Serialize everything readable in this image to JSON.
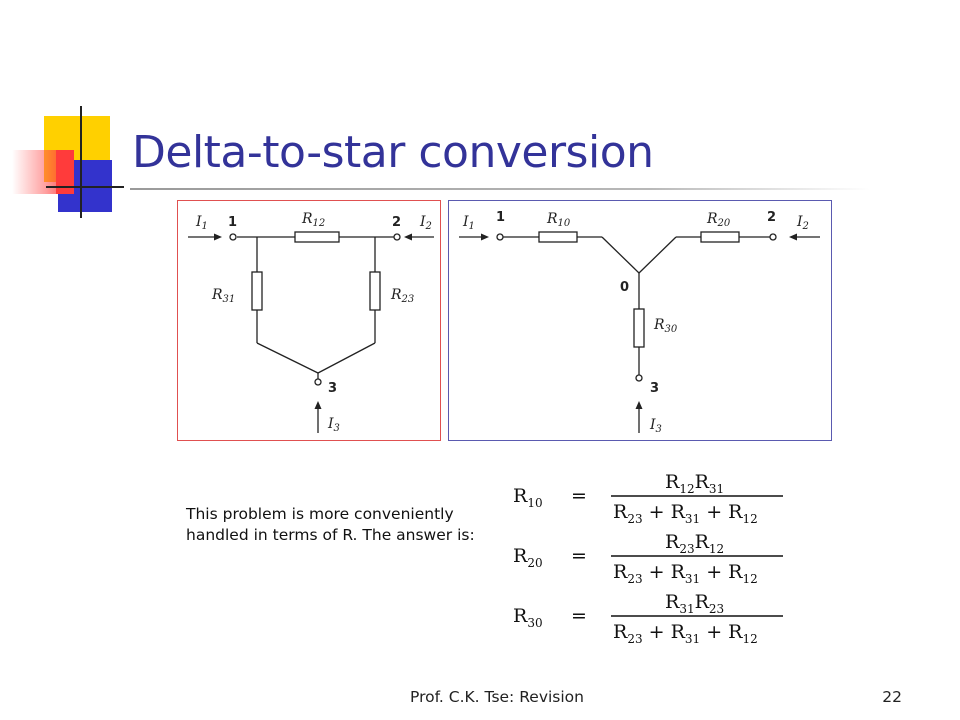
{
  "slide": {
    "title": "Delta-to-star conversion",
    "body_text": "This problem is more conveniently handled in terms of R. The answer is:",
    "footer": "Prof. C.K. Tse: Revision",
    "page_number": "22"
  },
  "delta_circuit": {
    "terminals": [
      "1",
      "2",
      "3"
    ],
    "currents": [
      {
        "symbol": "I",
        "sub": "1"
      },
      {
        "symbol": "I",
        "sub": "2"
      },
      {
        "symbol": "I",
        "sub": "3"
      }
    ],
    "resistors": [
      {
        "symbol": "R",
        "sub": "12"
      },
      {
        "symbol": "R",
        "sub": "31"
      },
      {
        "symbol": "R",
        "sub": "23"
      }
    ]
  },
  "star_circuit": {
    "terminals": [
      "1",
      "2",
      "3"
    ],
    "center_node": "0",
    "currents": [
      {
        "symbol": "I",
        "sub": "1"
      },
      {
        "symbol": "I",
        "sub": "2"
      },
      {
        "symbol": "I",
        "sub": "3"
      }
    ],
    "resistors": [
      {
        "symbol": "R",
        "sub": "10"
      },
      {
        "symbol": "R",
        "sub": "20"
      },
      {
        "symbol": "R",
        "sub": "30"
      }
    ]
  },
  "formulas": [
    {
      "lhs": "R10",
      "numerator": [
        "R12",
        "R31"
      ],
      "denominator": [
        "R23",
        "R31",
        "R12"
      ]
    },
    {
      "lhs": "R20",
      "numerator": [
        "R23",
        "R12"
      ],
      "denominator": [
        "R23",
        "R31",
        "R12"
      ]
    },
    {
      "lhs": "R30",
      "numerator": [
        "R31",
        "R23"
      ],
      "denominator": [
        "R23",
        "R31",
        "R12"
      ]
    }
  ],
  "colors": {
    "title": "#333399",
    "accent_yellow": "#ffd000",
    "accent_blue": "#3333cc",
    "accent_red": "#ff3b3b",
    "delta_frame": "#e05050",
    "star_frame": "#5a5ab0"
  }
}
